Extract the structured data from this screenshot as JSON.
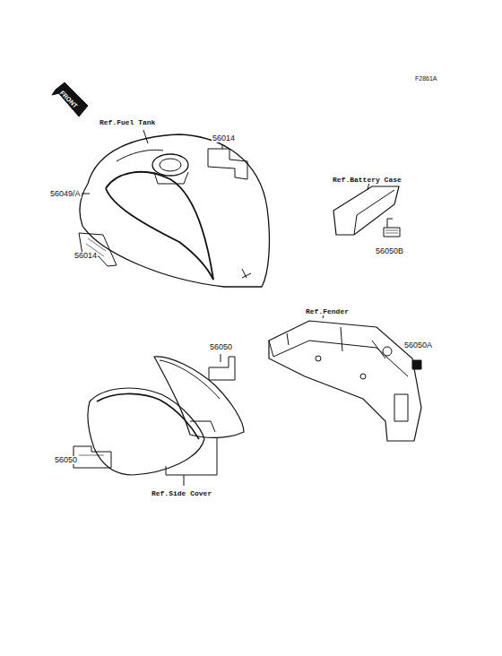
{
  "diagram": {
    "labels": [
      "F2861A",
      "FRONT",
      "Ref.Fuel Tank",
      "56014",
      "56049/A",
      "Ref.Battery Case",
      "56014",
      "56050B",
      "Ref.Fender",
      "56050",
      "56050A",
      "56050",
      "Ref.Side Cover"
    ]
  }
}
